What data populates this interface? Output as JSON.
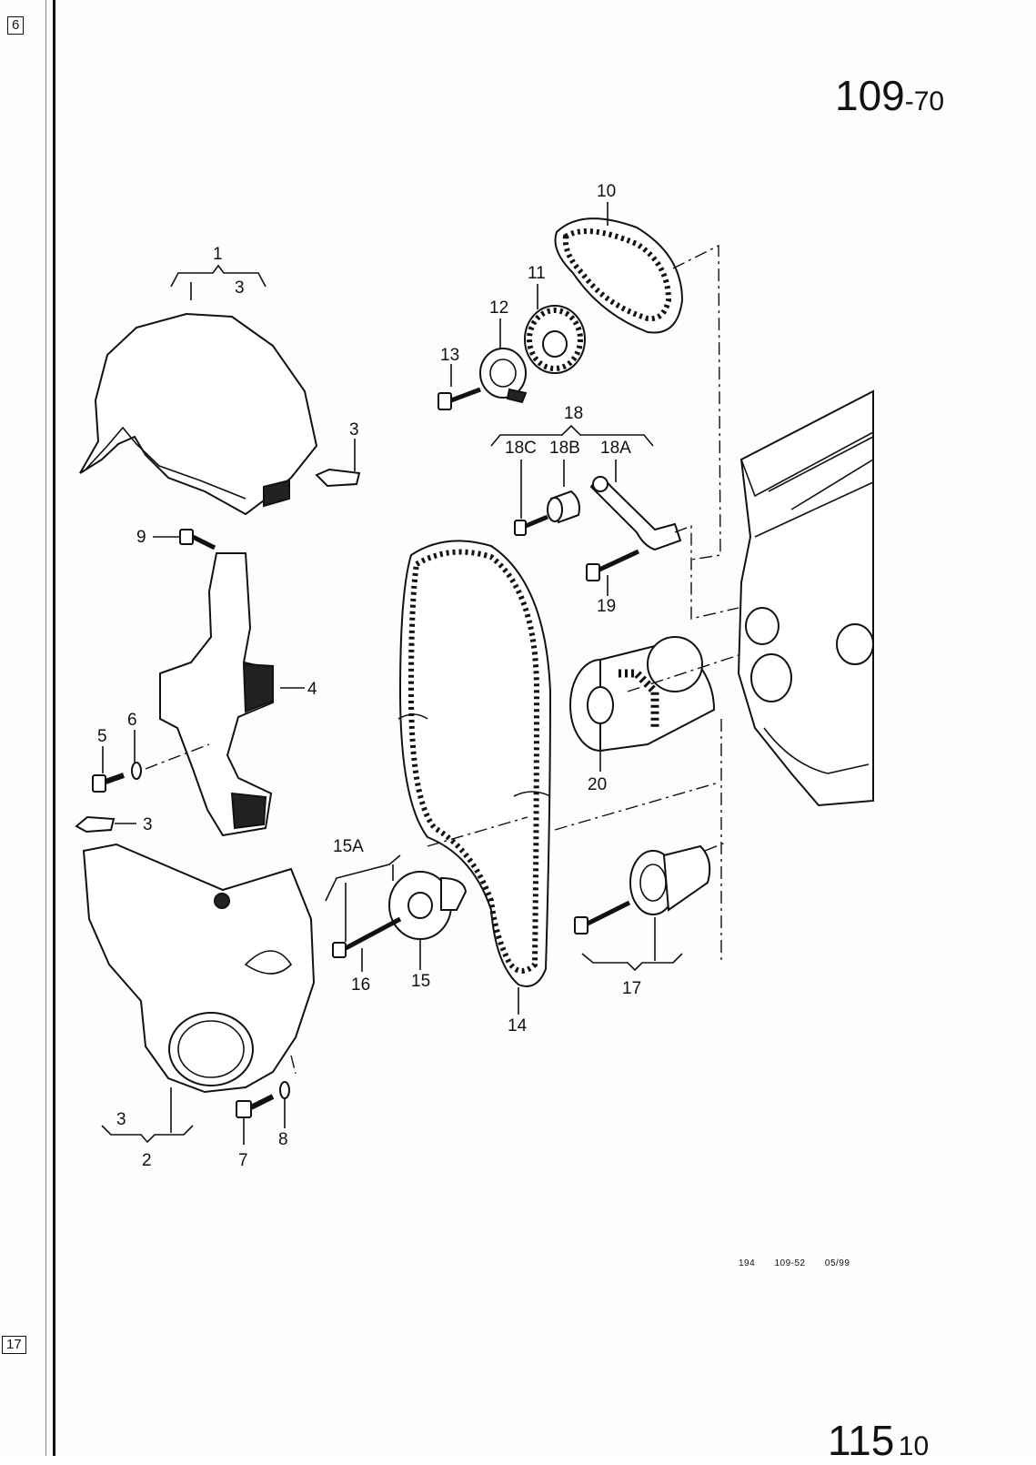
{
  "page": {
    "section_code_main": "109",
    "section_code_sub": "-70",
    "tab_top": "6",
    "tab_bottom": "17",
    "next_code_main": "115",
    "next_code_sub": "10"
  },
  "footer": {
    "ref_1": "194",
    "ref_2": "109-52",
    "ref_3": "05/99"
  },
  "callouts": {
    "c1": "1",
    "c2": "2",
    "c3a": "3",
    "c3b": "3",
    "c3c": "3",
    "c3d": "3",
    "c4": "4",
    "c5": "5",
    "c6": "6",
    "c7": "7",
    "c8": "8",
    "c9": "9",
    "c10": "10",
    "c11": "11",
    "c12": "12",
    "c13": "13",
    "c14": "14",
    "c15": "15",
    "c15a": "15A",
    "c16": "16",
    "c17": "17",
    "c18": "18",
    "c18a": "18A",
    "c18b": "18B",
    "c18c": "18C",
    "c19": "19",
    "c20": "20"
  }
}
